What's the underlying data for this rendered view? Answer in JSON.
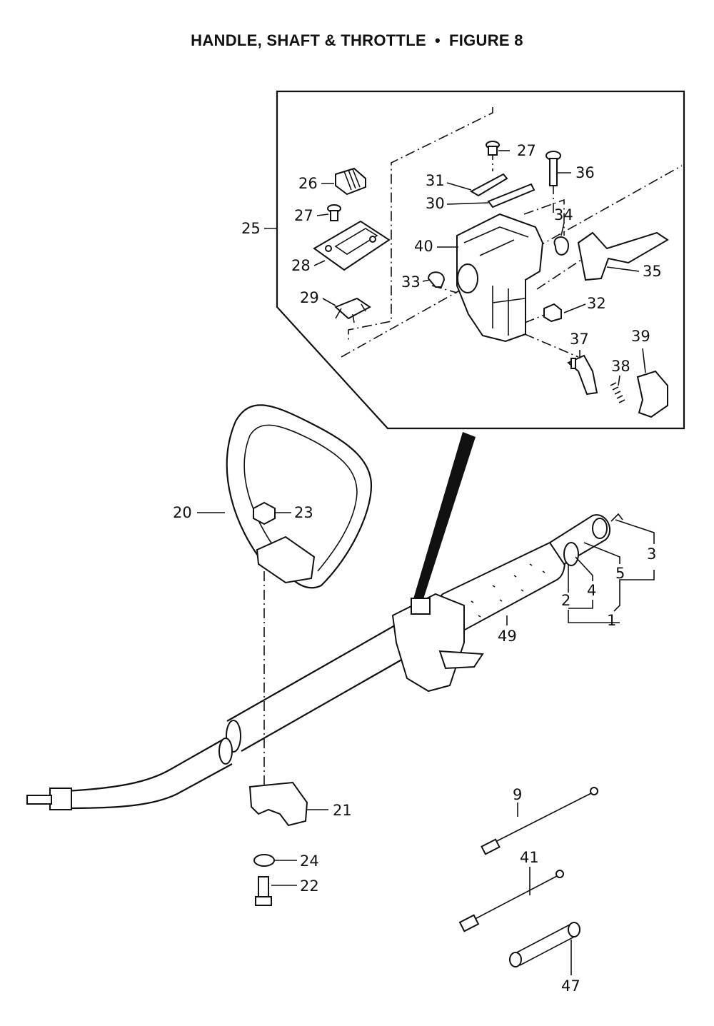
{
  "title": {
    "left": "HANDLE, SHAFT & THROTTLE",
    "separator": "•",
    "right": "FIGURE 8"
  },
  "part_labels": {
    "p1": "1",
    "p2": "2",
    "p3": "3",
    "p4": "4",
    "p5": "5",
    "p9": "9",
    "p20": "20",
    "p21": "21",
    "p22": "22",
    "p23": "23",
    "p24": "24",
    "p25": "25",
    "p26": "26",
    "p27a": "27",
    "p27b": "27",
    "p28": "28",
    "p29": "29",
    "p30": "30",
    "p31": "31",
    "p32": "32",
    "p33": "33",
    "p34": "34",
    "p35": "35",
    "p36": "36",
    "p37": "37",
    "p38": "38",
    "p39": "39",
    "p40": "40",
    "p41": "41",
    "p47": "47",
    "p49": "49"
  },
  "colors": {
    "ink": "#111111",
    "paper": "#ffffff"
  }
}
